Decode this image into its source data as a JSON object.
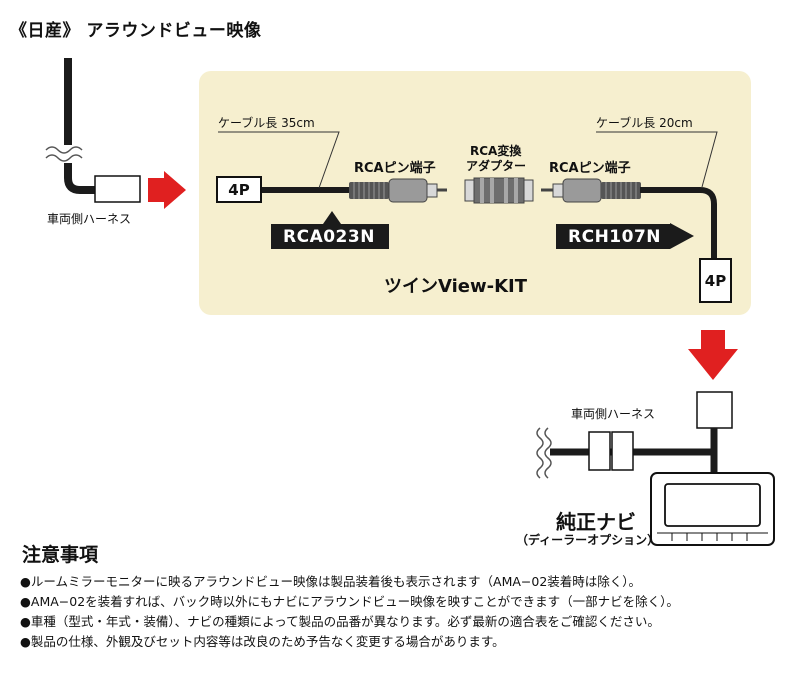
{
  "title": "《日産》 アラウンドビュー映像",
  "left_harness_label": "車両側ハーネス",
  "kit": {
    "name": "ツインView-KIT",
    "cable_left_label": "ケーブル長 35cm",
    "cable_right_label": "ケーブル長 20cm",
    "rca_plug_left_label": "RCAピン端子",
    "rca_plug_right_label": "RCAピン端子",
    "adapter_label_line1": "RCA変換",
    "adapter_label_line2": "アダプター",
    "connector_left": "4P",
    "connector_right": "4P",
    "part_left": "RCA023N",
    "part_right": "RCH107N"
  },
  "right_harness_label": "車両側ハーネス",
  "navi": {
    "label": "純正ナビ",
    "sublabel": "（ディーラーオプション）"
  },
  "notes": {
    "heading": "注意事項",
    "items": [
      "●ルームミラーモニターに映るアラウンドビュー映像は製品装着後も表示されます（AMA−02装着時は除く）。",
      "●AMA−02を装着すれば、バック時以外にもナビにアラウンドビュー映像を映すことができます（一部ナビを除く）。",
      "●車種（型式・年式・装備）、ナビの種類によって製品の品番が異なります。必ず最新の適合表をご確認ください。",
      "●製品の仕様、外観及びセット内容等は改良のため予告なく変更する場合があります。"
    ]
  },
  "colors": {
    "arrow": "#e02020",
    "panel": "#f6efcf",
    "cable": "#1b1b1b"
  }
}
